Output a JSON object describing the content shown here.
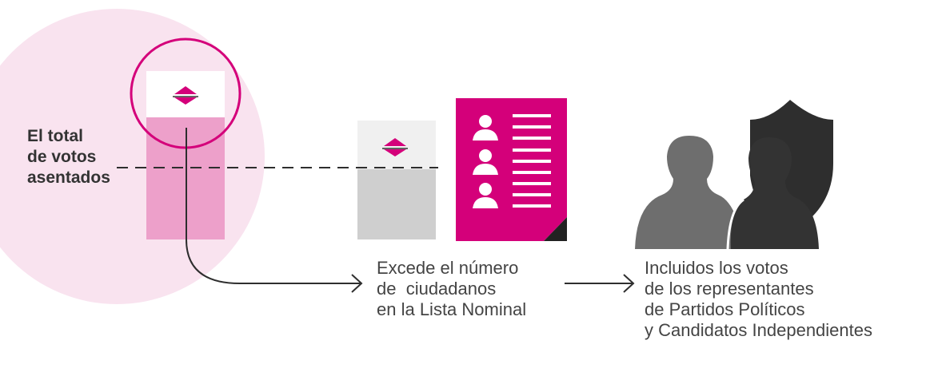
{
  "labels": {
    "total_votes": [
      "El total",
      "de votos",
      "asentados"
    ],
    "exceeds": [
      "Excede el número",
      "de  ciudadanos",
      "en la Lista Nominal"
    ],
    "included": [
      "Incluidos los votos",
      "de los representantes",
      "de Partidos Políticos",
      "y Candidatos Independientes"
    ]
  },
  "colors": {
    "magenta": "#d4007a",
    "pink_light": "#f9e3ef",
    "pink_bar": "#eda0ca",
    "gray_bar": "#cfcfcf",
    "gray_top": "#f0f0f0",
    "person_gray": "#6e6e6e",
    "person_dark": "#333333",
    "line_dark": "#2e2e2e"
  }
}
